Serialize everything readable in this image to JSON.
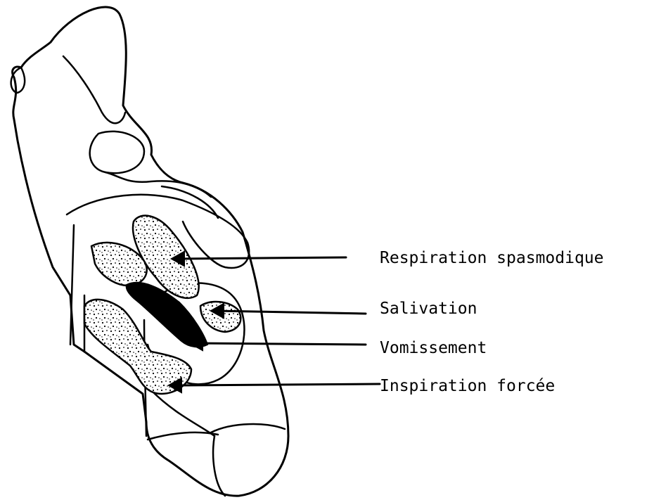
{
  "labels": {
    "respiration": "Respiration spasmodique",
    "salivation": "Salivation",
    "vomissement": "Vomissement",
    "inspiration": "Inspiration forcée"
  }
}
